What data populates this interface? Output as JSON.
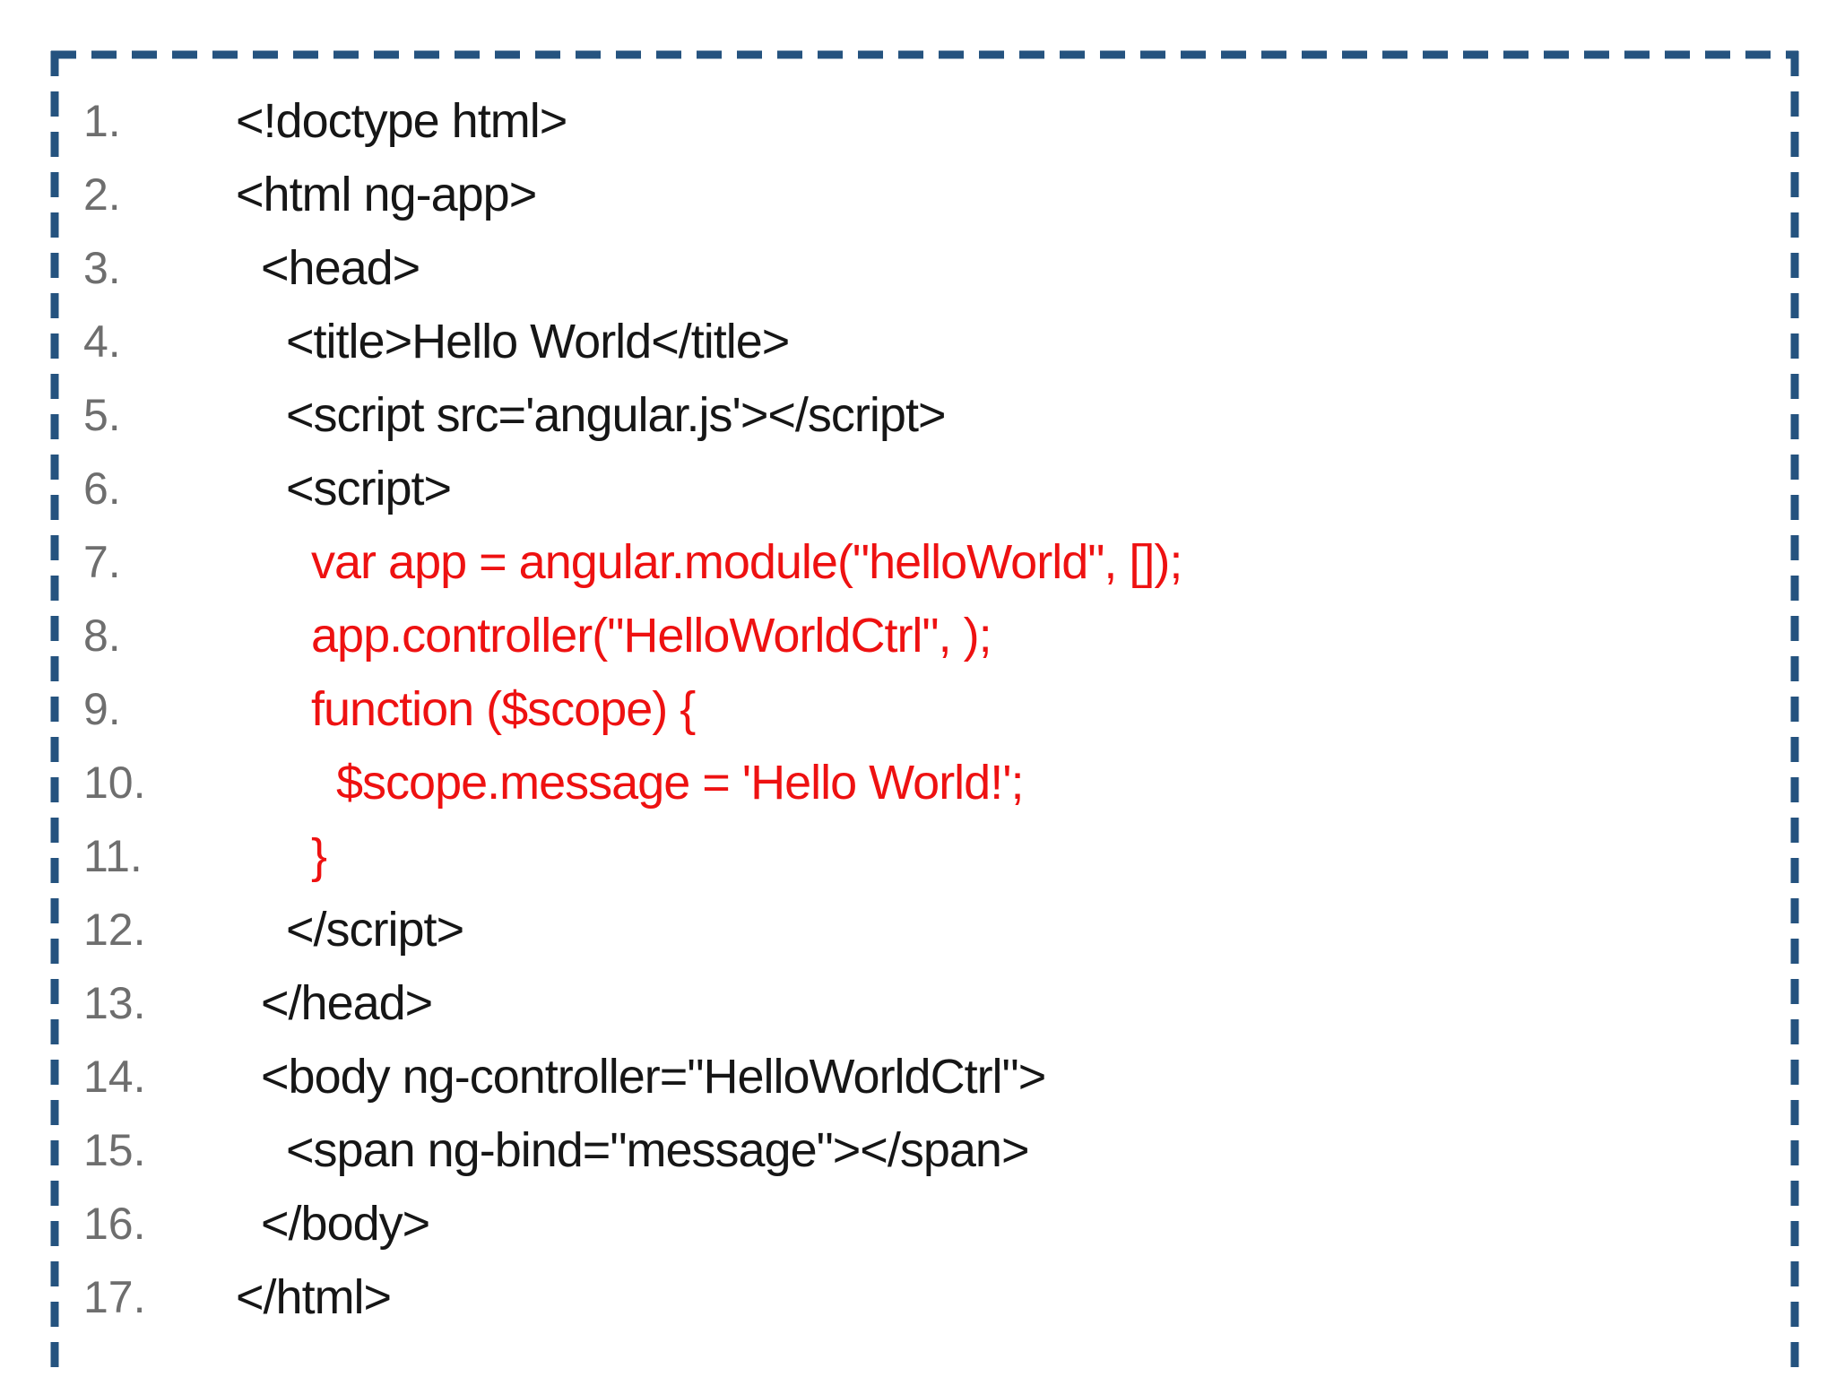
{
  "colors": {
    "border": "#25537f",
    "line_number": "#6e6e6e",
    "code": "#161616",
    "highlight": "#ee1111",
    "background": "#ffffff"
  },
  "code_listing": {
    "lines": [
      {
        "number": "1.",
        "text": "<!doctype html>",
        "highlight": false
      },
      {
        "number": "2.",
        "text": "<html ng-app>",
        "highlight": false
      },
      {
        "number": "3.",
        "text": "  <head>",
        "highlight": false
      },
      {
        "number": "4.",
        "text": "    <title>Hello World</title>",
        "highlight": false
      },
      {
        "number": "5.",
        "text": "    <script src='angular.js'></script>",
        "highlight": false
      },
      {
        "number": "6.",
        "text": "    <script>",
        "highlight": false
      },
      {
        "number": "7.",
        "text": "      var app = angular.module(\"helloWorld\", []);",
        "highlight": true
      },
      {
        "number": "8.",
        "text": "      app.controller(\"HelloWorldCtrl\", );",
        "highlight": true
      },
      {
        "number": "9.",
        "text": "      function ($scope) {",
        "highlight": true
      },
      {
        "number": "10.",
        "text": "        $scope.message = 'Hello World!';",
        "highlight": true
      },
      {
        "number": "11.",
        "text": "      }",
        "highlight": true
      },
      {
        "number": "12.",
        "text": "    </script>",
        "highlight": false
      },
      {
        "number": "13.",
        "text": "  </head>",
        "highlight": false
      },
      {
        "number": "14.",
        "text": "  <body ng-controller=\"HelloWorldCtrl\">",
        "highlight": false
      },
      {
        "number": "15.",
        "text": "    <span ng-bind=\"message\"></span>",
        "highlight": false
      },
      {
        "number": "16.",
        "text": "  </body>",
        "highlight": false
      },
      {
        "number": "17.",
        "text": "</html>",
        "highlight": false
      }
    ]
  }
}
